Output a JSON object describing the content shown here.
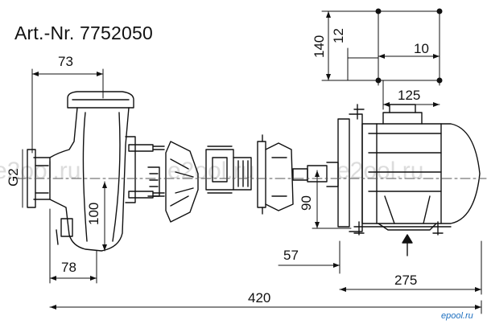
{
  "title": "Art.-Nr. 7752050",
  "watermarks": [
    "e2ool.ru",
    "e2ool.ru",
    "e2ool.ru"
  ],
  "brand": "epool.ru",
  "dimensions": {
    "d73": "73",
    "g2": "G2",
    "d100": "100",
    "d78": "78",
    "d420": "420",
    "d57": "57",
    "d275": "275",
    "d90": "90",
    "d140": "140",
    "d12": "12",
    "d10": "10",
    "d125": "125"
  },
  "colors": {
    "line": "#111111",
    "watermark": "#dcdcdc",
    "brand": "#1d6fbf"
  }
}
